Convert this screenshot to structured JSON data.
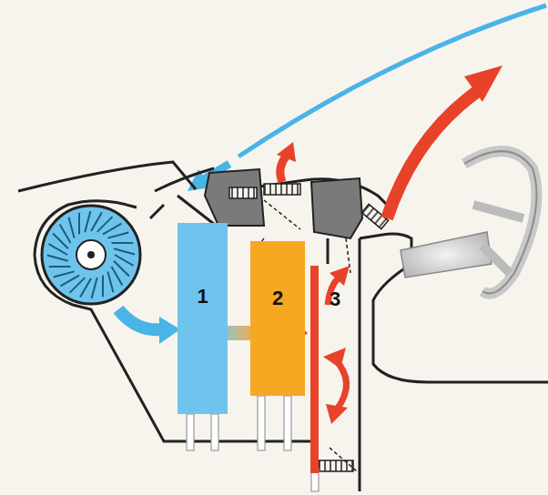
{
  "diagram": {
    "nodes": [
      {
        "text": [
          "1"
        ]
      },
      {
        "text": [
          "2"
        ]
      }
    ],
    "labels": [
      "3"
    ]
  }
}
